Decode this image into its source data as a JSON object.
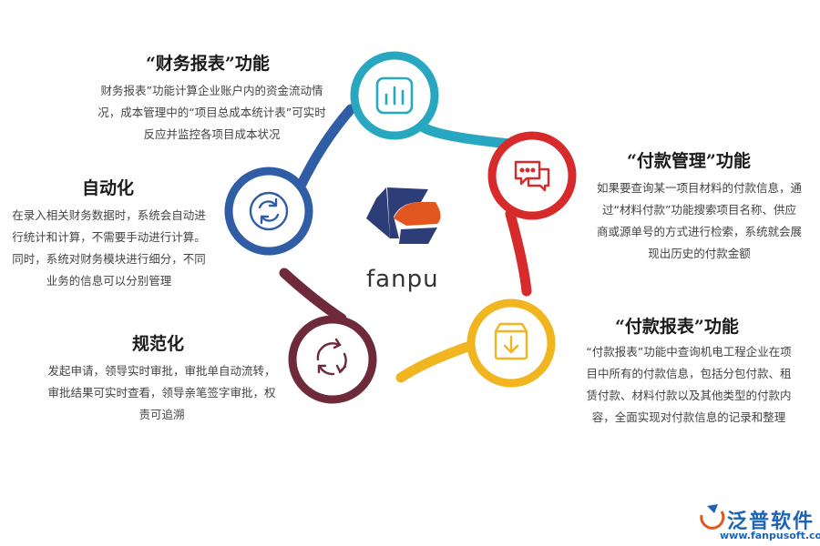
{
  "colors": {
    "teal": "#28a7c0",
    "red": "#d72a2a",
    "yellow": "#f0b51f",
    "maroon": "#6e2a3b",
    "blue": "#2f5ea6",
    "logo_dark": "#2d3d78",
    "logo_orange": "#e2571f",
    "brand": "#1d64b5"
  },
  "nodes": [
    {
      "id": "finance-report",
      "title": "“财务报表”功能",
      "desc": "财务报表”功能计算企业账户内的资金流动情况，成本管理中的“项目总成本统计表”可实时反应并监控各项目成本状况",
      "icon": "chart-icon",
      "color": "#28a7c0"
    },
    {
      "id": "payment-management",
      "title": "“付款管理”功能",
      "desc": "如果要查询某一项目材料的付款信息，通过“材料付款”功能搜索项目名称、供应商或源单号的方式进行检索，系统就会展现出历史的付款金额",
      "icon": "chat-icon",
      "color": "#d72a2a"
    },
    {
      "id": "payment-report",
      "title": "“付款报表”功能",
      "desc": "“付款报表”功能中查询机电工程企业在项目中所有的付款信息，包括分包付款、租赁付款、材料付款以及其他类型的付款内容，全面实现对付款信息的记录和整理",
      "icon": "download-box-icon",
      "color": "#f0b51f"
    },
    {
      "id": "standardization",
      "title": "规范化",
      "desc": "发起申请，领导实时审批，审批单自动流转，审批结果可实时查看，领导亲笔签字审批，权责可追溯",
      "icon": "cycle-arrows-icon",
      "color": "#6e2a3b"
    },
    {
      "id": "automation",
      "title": "自动化",
      "desc": "在录入相关财务数据时，系统会自动进行统计和计算，不需要手动进行计算。同时，系统对财务模块进行细分，不同业务的信息可以分别管理",
      "icon": "refresh-icon",
      "color": "#2f5ea6"
    }
  ],
  "center_logo": {
    "text": "fanpu",
    "icon": "fanpu-logo-icon"
  },
  "brand": {
    "name": "泛普软件",
    "url": "www.fanpusoft.com",
    "icon": "fanpu-brand-icon"
  }
}
